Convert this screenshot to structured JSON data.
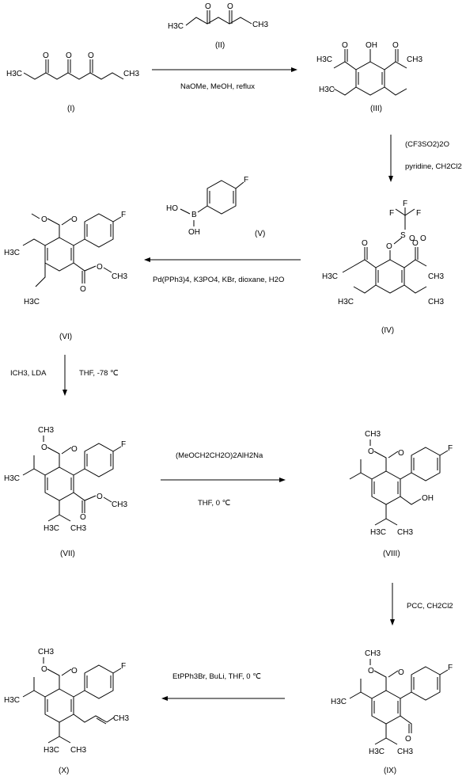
{
  "compounds": {
    "I": "(I)",
    "II": "(II)",
    "III": "(III)",
    "IV": "(IV)",
    "V": "(V)",
    "VI": "(VI)",
    "VII": "(VII)",
    "VIII": "(VIII)",
    "IX": "(IX)",
    "X": "(X)"
  },
  "steps": {
    "s1": {
      "line1": "NaOMe, MeOH, reflux"
    },
    "s2": {
      "line1": "(CF3SO2)2O",
      "line2": "pyridine, CH2Cl2"
    },
    "s3": {
      "line1": "Pd(PPh3)4, K3PO4, KBr, dioxane, H2O"
    },
    "s4": {
      "line1a": "ICH3, LDA",
      "line1b": "THF, -78 ℃"
    },
    "s5": {
      "line1": "(MeOCH2CH2O)2AlH2Na",
      "line2": "THF, 0 ℃"
    },
    "s6": {
      "line1": "PCC, CH2Cl2"
    },
    "s7": {
      "line1": "EtPPh3Br, BuLi, THF, 0 ℃"
    }
  },
  "atoms": {
    "me": "CH3",
    "h3c": "H3C",
    "o": "O",
    "oh": "OH",
    "ho": "HO",
    "b": "B",
    "f": "F",
    "s": "S"
  }
}
